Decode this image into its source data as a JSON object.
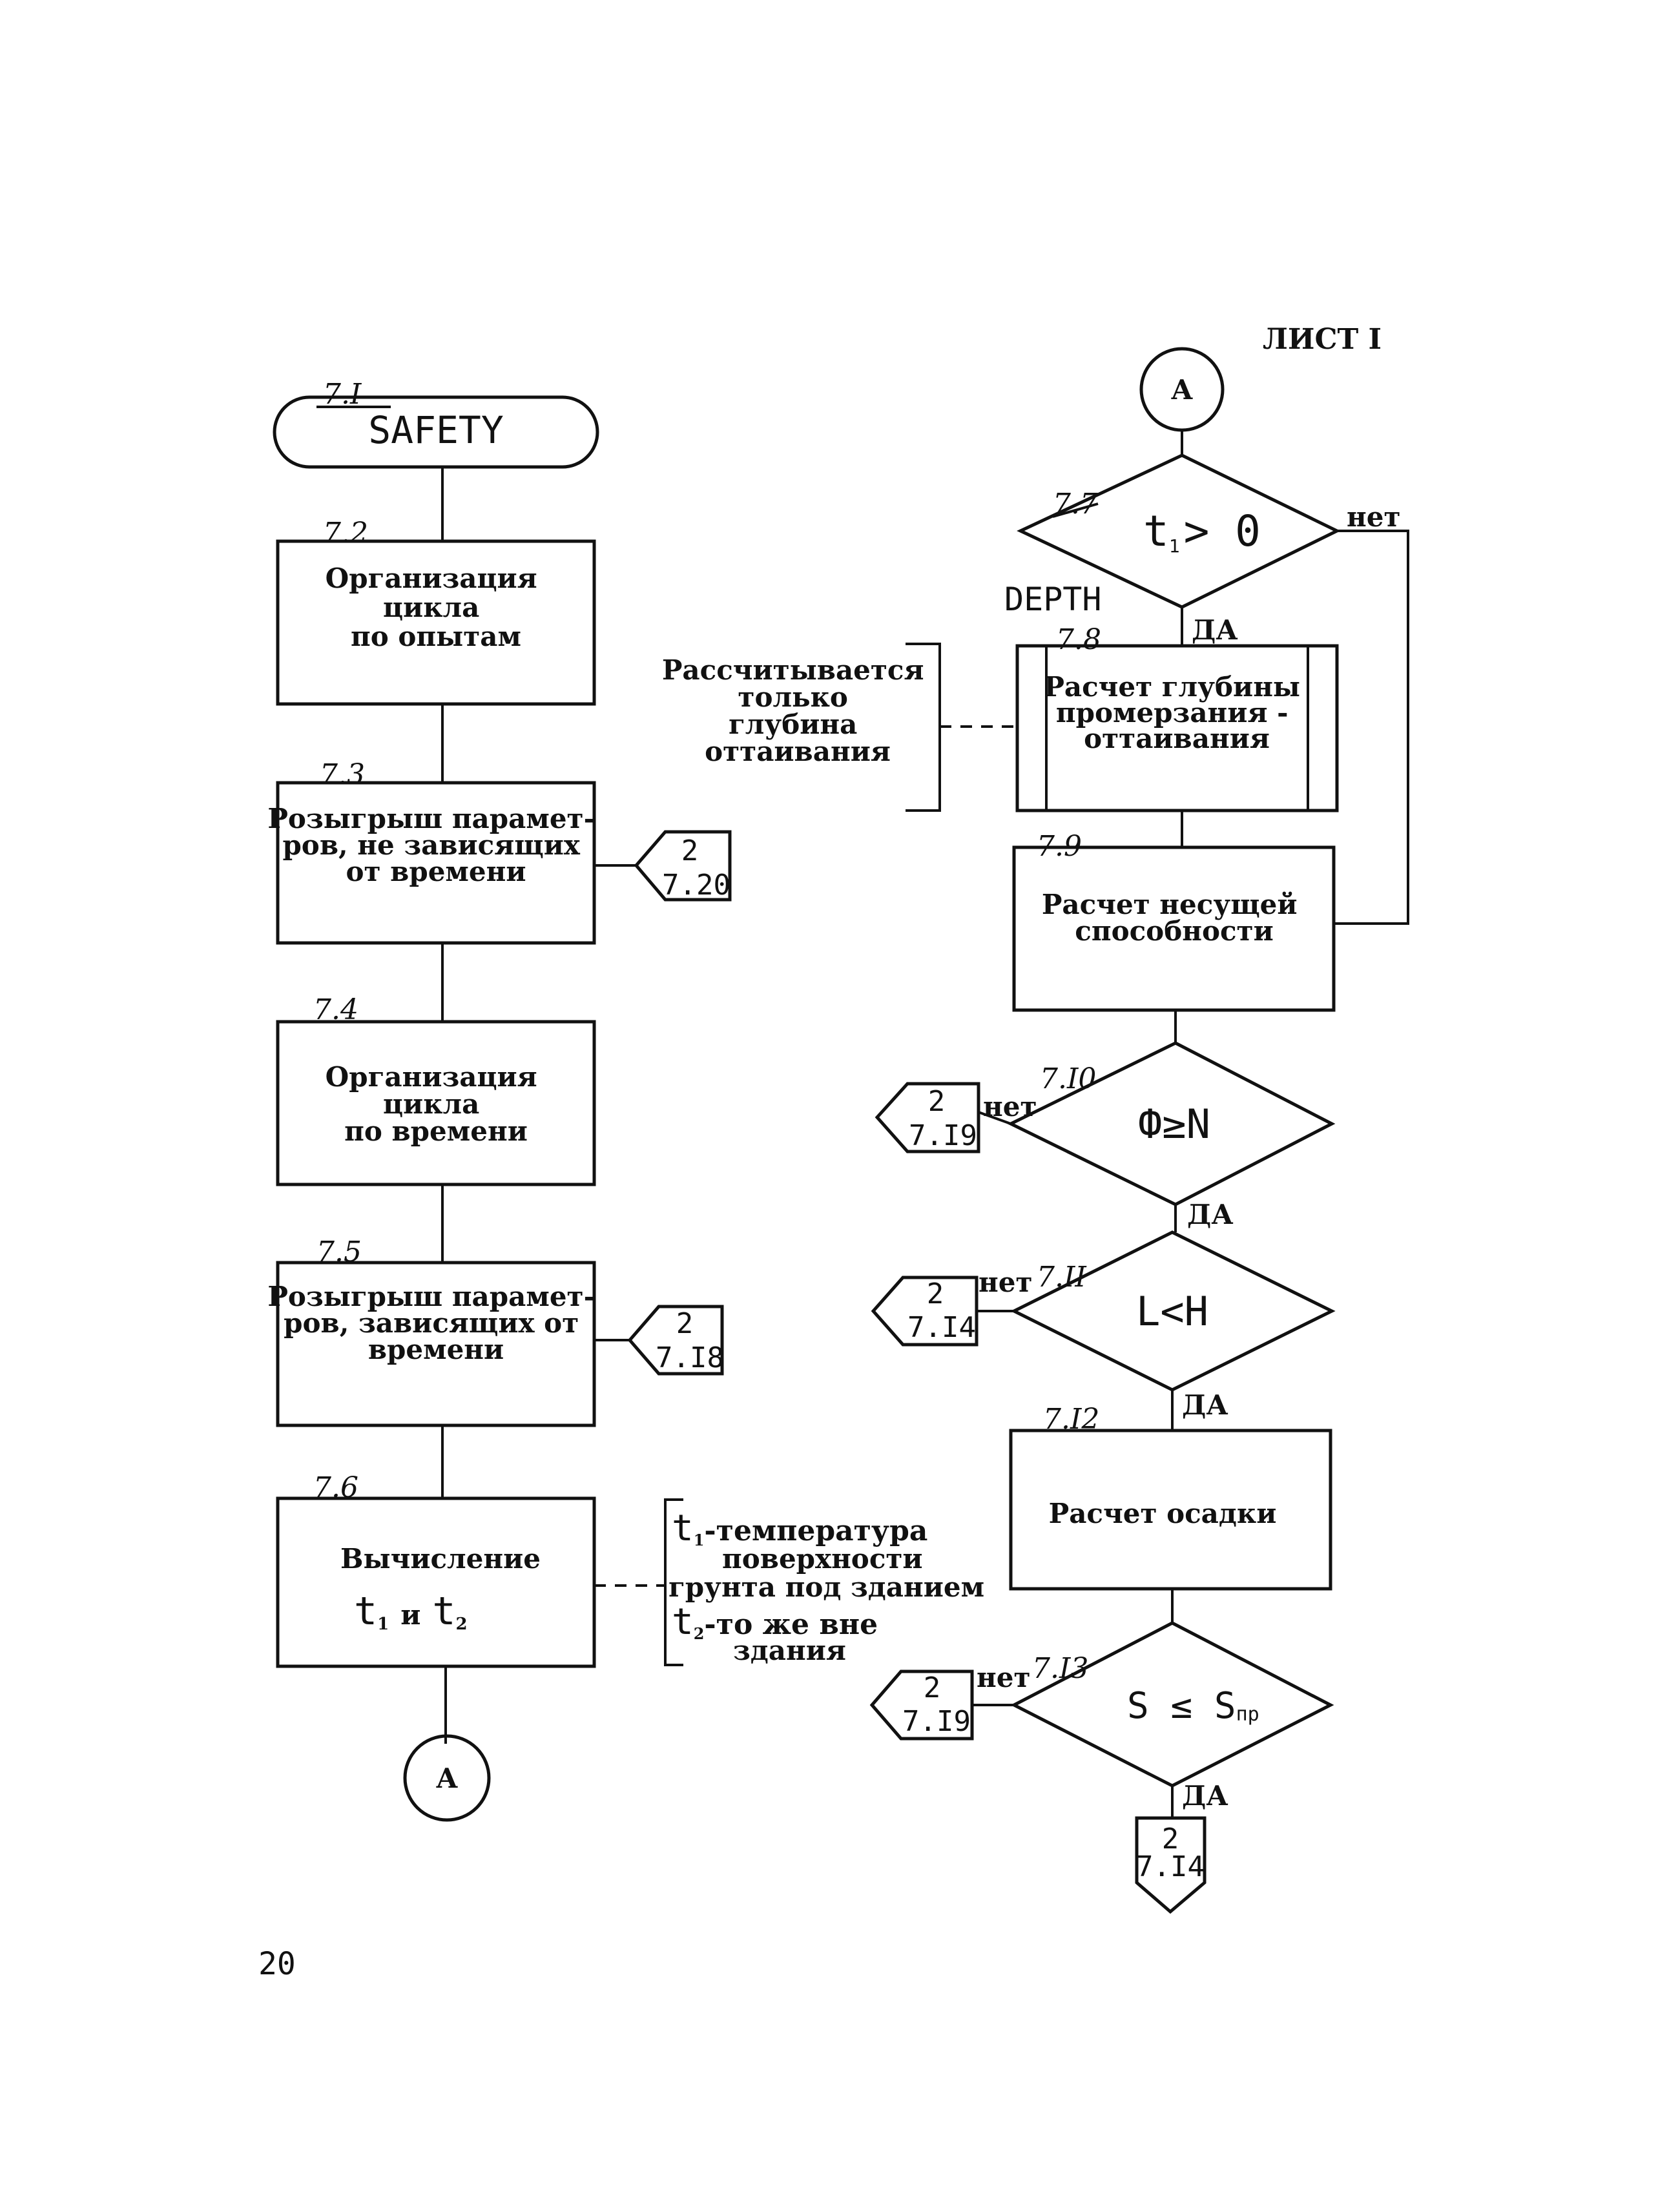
{
  "sheet_label": "ЛИСТ I",
  "page_number": "20",
  "connector_letter": "А",
  "nodes": {
    "n7_1": {
      "id": "7.I",
      "text": "SAFETY"
    },
    "n7_2": {
      "id": "7.2",
      "lines": [
        "Организация",
        "цикла",
        "по опытам"
      ]
    },
    "n7_3": {
      "id": "7.3",
      "lines": [
        "Розыгрыш парамет-",
        "ров, не зависящих",
        "от времени"
      ]
    },
    "n7_4": {
      "id": "7.4",
      "lines": [
        "Организация",
        "цикла",
        "по времени"
      ]
    },
    "n7_5": {
      "id": "7.5",
      "lines": [
        "Розыгрыш парамет-",
        "ров, зависящих от",
        "времени"
      ]
    },
    "n7_6": {
      "id": "7.6",
      "lines": [
        "Вычисление"
      ],
      "formula": {
        "t": "t",
        "sub1": "1",
        "and": "и",
        "sub2": "2"
      }
    },
    "n7_7": {
      "id": "7.7",
      "cond": {
        "t": "t",
        "sub": "1",
        "rest": "> 0"
      }
    },
    "n7_8": {
      "id": "7.8",
      "subroutine": "DEPTH",
      "lines": [
        "Расчет глубины",
        "промерзания -",
        "оттаивания"
      ]
    },
    "n7_9": {
      "id": "7.9",
      "lines": [
        "Расчет несущей",
        "способности"
      ]
    },
    "n7_10": {
      "id": "7.I0",
      "cond": "Ф≥N"
    },
    "n7_11": {
      "id": "7.II",
      "cond": "L<H"
    },
    "n7_12": {
      "id": "7.I2",
      "lines": [
        "Расчет осадки"
      ]
    },
    "n7_13": {
      "id": "7.I3",
      "cond": {
        "s": "S ≤ S",
        "sub": "пр"
      }
    }
  },
  "branch_labels": {
    "yes": "ДА",
    "no": "нет"
  },
  "offpage": [
    {
      "sheet": "2",
      "ref": "7.20"
    },
    {
      "sheet": "2",
      "ref": "7.I8"
    },
    {
      "sheet": "2",
      "ref": "7.I9"
    },
    {
      "sheet": "2",
      "ref": "7.I4"
    },
    {
      "sheet": "2",
      "ref": "7.I9"
    },
    {
      "sheet": "2",
      "ref": "7.I4"
    }
  ],
  "comments": {
    "depth_note": [
      "Рассчитывается",
      "только",
      "глубина",
      "оттаивания"
    ],
    "temp_note": {
      "t": "t",
      "sub1": "1",
      "line1_rest": "-температура",
      "line2": "поверхности",
      "line3": "грунта под зданием",
      "sub2": "2",
      "line4_rest": "-то же вне",
      "line5": "здания"
    }
  }
}
